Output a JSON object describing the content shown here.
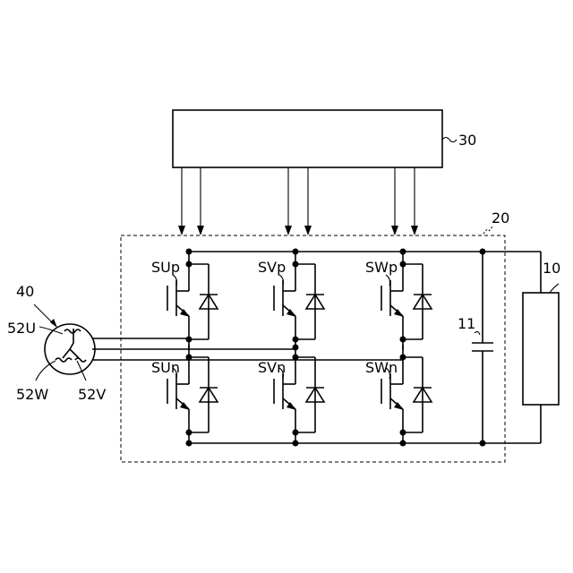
{
  "labels": {
    "controller": "30",
    "inverter": "20",
    "battery": "10",
    "capacitor": "11",
    "motor": "40",
    "coil_u": "52U",
    "coil_w": "52W",
    "coil_v": "52V",
    "sup": "SUp",
    "svp": "SVp",
    "swp": "SWp",
    "sun": "SUn",
    "svn": "SVn",
    "swn": "SWn"
  }
}
